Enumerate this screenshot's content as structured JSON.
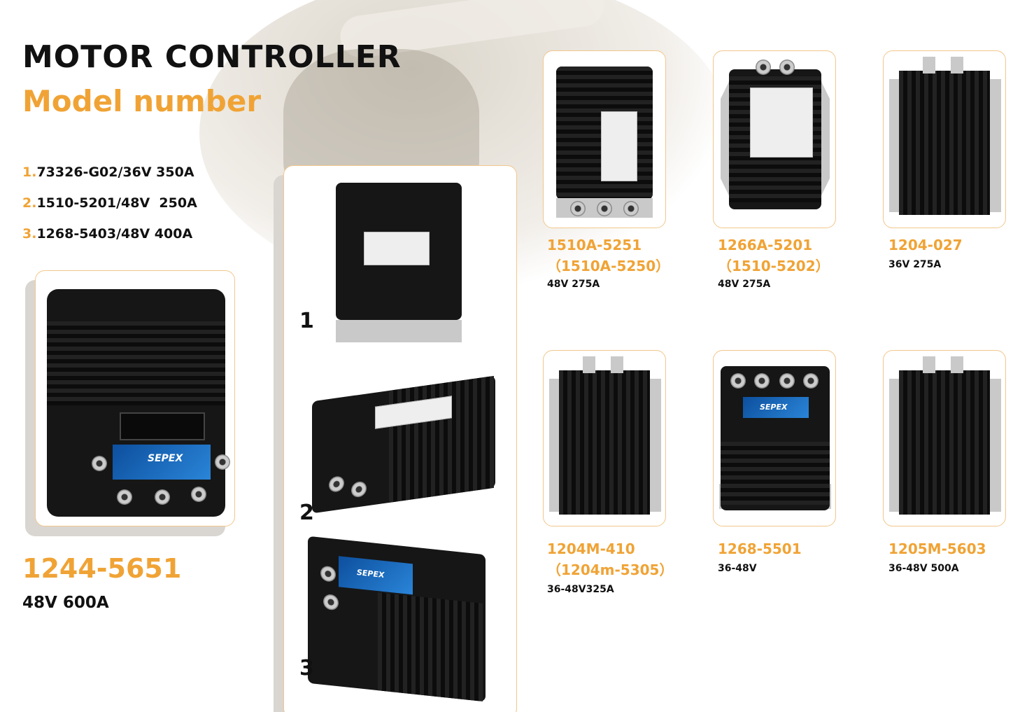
{
  "header": {
    "title": "MOTOR CONTROLLER",
    "subtitle": "Model number"
  },
  "model_list": [
    {
      "num": "1.",
      "text": "73326-G02/36V 350A"
    },
    {
      "num": "2.",
      "text": "1510-5201/48V  250A"
    },
    {
      "num": "3.",
      "text": "1268-5403/48V 400A"
    }
  ],
  "featured": {
    "model": "1244-5651",
    "spec": "48V 600A",
    "badge_text": "SEPEX"
  },
  "numbered_items": [
    "1",
    "2",
    "3"
  ],
  "products": [
    {
      "model": "1510A-5251",
      "alt": "（1510A-5250）",
      "spec": "48V 275A"
    },
    {
      "model": "1266A-5201",
      "alt": "（1510-5202）",
      "spec": "48V 275A"
    },
    {
      "model": "1204-027",
      "alt": "",
      "spec": "36V 275A"
    },
    {
      "model": "1204M-410",
      "alt": "（1204m-5305）",
      "spec": "36-48V325A"
    },
    {
      "model": "1268-5501",
      "alt": "",
      "spec": "36-48V"
    },
    {
      "model": "1205M-5603",
      "alt": "",
      "spec": "36-48V 500A"
    }
  ],
  "colors": {
    "accent": "#f0a335",
    "card_border": "#f2c78c",
    "text": "#111111",
    "sepex_blue": "#1a6ac0"
  }
}
